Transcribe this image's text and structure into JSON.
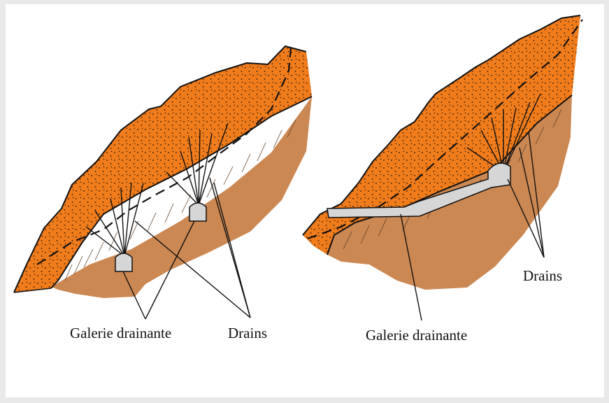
{
  "diagram": {
    "left_panel": {
      "labels": {
        "gallery": "Galerie drainante",
        "drains": "Drains"
      }
    },
    "right_panel": {
      "labels": {
        "gallery": "Galerie drainante",
        "drains": "Drains"
      }
    },
    "colors": {
      "background": "#ffffff",
      "frame": "#e9e9e9",
      "permeable_layer": "#f07c1c",
      "bedrock": "#cc8853",
      "gallery": "#d6d6d6",
      "lines": "#111111"
    }
  }
}
